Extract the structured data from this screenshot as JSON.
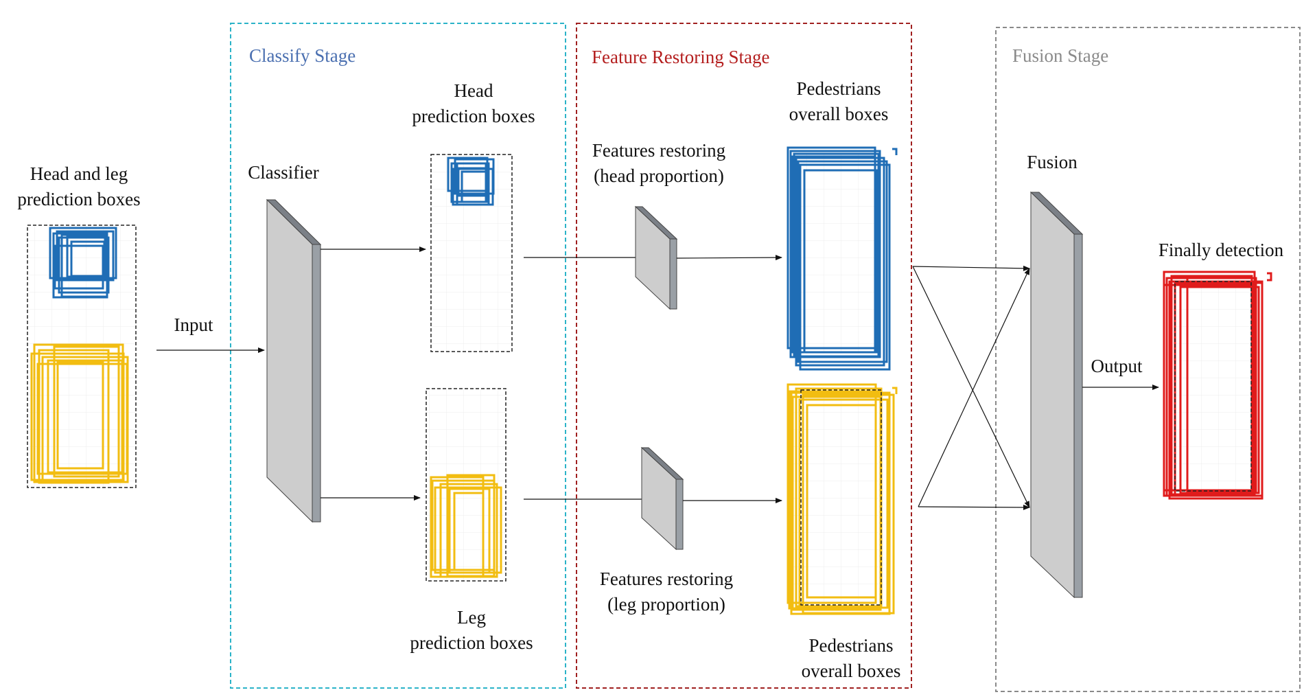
{
  "stages": {
    "classify": {
      "title": "Classify Stage",
      "color": "#4a6fb0",
      "border": "#2bb3c8"
    },
    "restore": {
      "title": "Feature Restoring Stage",
      "color": "#b41e1e",
      "border": "#a02020"
    },
    "fusion": {
      "title": "Fusion Stage",
      "color": "#8a8a8a",
      "border": "#8a8a8a"
    }
  },
  "labels": {
    "input_boxes_l1": "Head and leg",
    "input_boxes_l2": "prediction boxes",
    "input": "Input",
    "classifier": "Classifier",
    "head_boxes_l1": "Head",
    "head_boxes_l2": "prediction boxes",
    "leg_boxes_l1": "Leg",
    "leg_boxes_l2": "prediction boxes",
    "restore_head_l1": "Features restoring",
    "restore_head_l2": "(head proportion)",
    "restore_leg_l1": "Features restoring",
    "restore_leg_l2": "(leg proportion)",
    "ped_top_l1": "Pedestrians",
    "ped_top_l2": "overall boxes",
    "ped_bottom_l1": "Pedestrians",
    "ped_bottom_l2": "overall boxes",
    "fusion": "Fusion",
    "output": "Output",
    "final": "Finally detection"
  },
  "colors": {
    "head_box": "#1f6db5",
    "leg_box": "#f2bd11",
    "final_box": "#e01b1b",
    "panel_face": "#cdcdcd",
    "panel_side": "#9aa0a6",
    "panel_top": "#7b8087"
  }
}
